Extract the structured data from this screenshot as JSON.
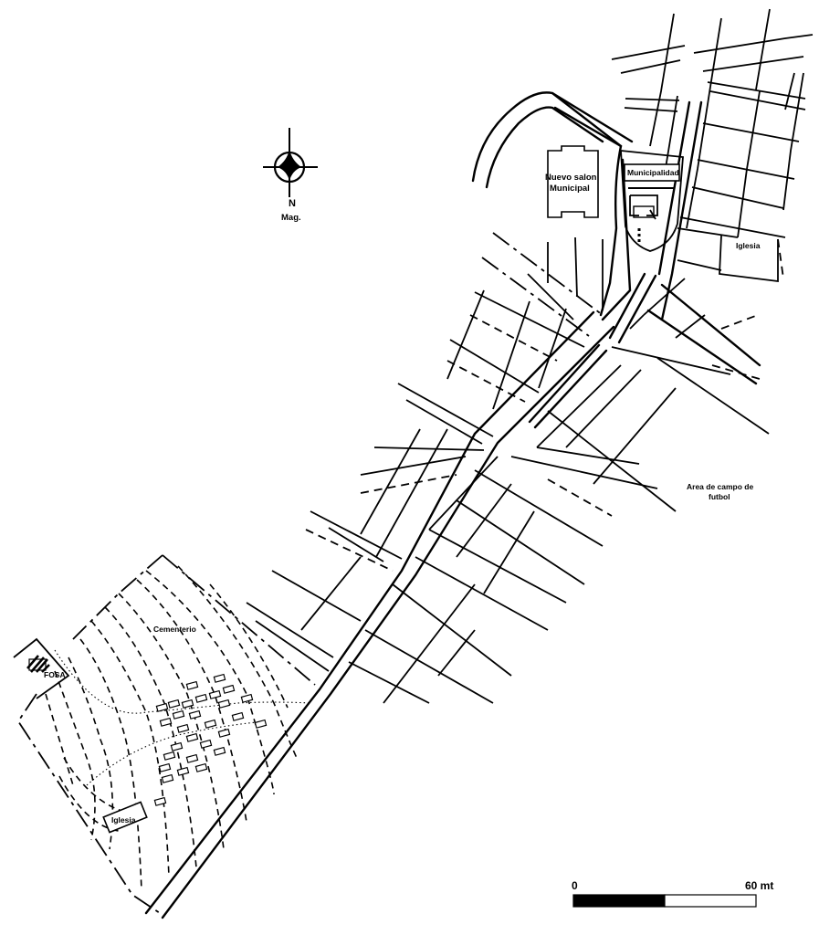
{
  "compass": {
    "north_label": "N",
    "north_type_label": "Mag."
  },
  "labels": {
    "nuevo_salon_line1": "Nuevo salon",
    "nuevo_salon_line2": "Municipal",
    "municipalidad": "Municipalidad",
    "iglesia_town": "Iglesia",
    "campo_line1": "Area de campo de",
    "campo_line2": "futbol",
    "cementerio": "Cementerio",
    "fosa": "FOSA",
    "iglesia_cemetery": "Iglesia"
  },
  "scale_bar": {
    "start_label": "0",
    "end_label": "60 mt",
    "length_m": 60
  },
  "colors": {
    "ink": "#000000",
    "paper": "#ffffff"
  }
}
